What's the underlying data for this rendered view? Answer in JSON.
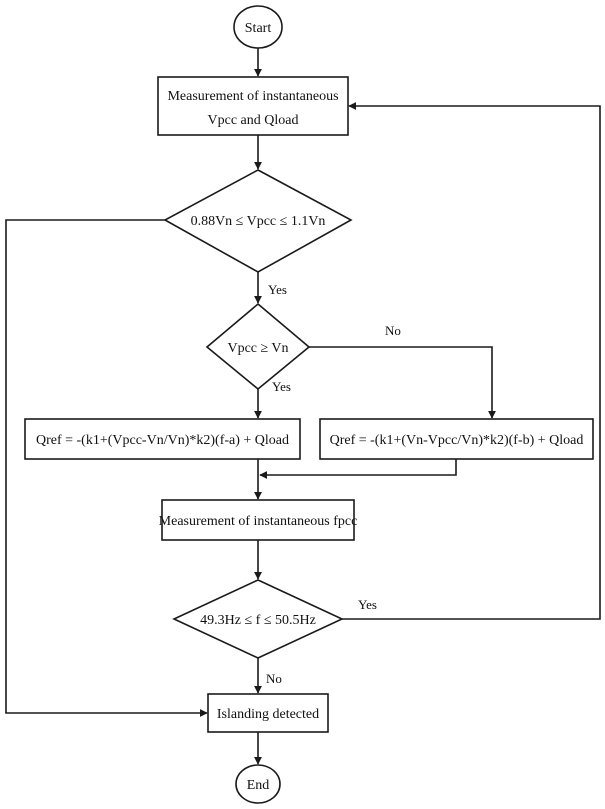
{
  "flowchart": {
    "start": "Start",
    "measure_v_line1": "Measurement of instantaneous",
    "measure_v_line2": "Vpcc and Qload",
    "decision_voltage": "0.88Vn ≤ Vpcc ≤ 1.1Vn",
    "decision_vpcc": "Vpcc ≥ Vn",
    "qref_a": "Qref = -(k1+(Vpcc-Vn/Vn)*k2)(f-a) + Qload",
    "qref_b": "Qref = -(k1+(Vn-Vpcc/Vn)*k2)(f-b) + Qload",
    "measure_f": "Measurement of instantaneous fpcc",
    "decision_freq": "49.3Hz ≤ f ≤ 50.5Hz",
    "islanding": "Islanding detected",
    "end": "End",
    "labels": {
      "yes_voltage": "Yes",
      "no_vpcc": "No",
      "yes_vpcc": "Yes",
      "yes_freq": "Yes",
      "no_freq": "No"
    }
  }
}
